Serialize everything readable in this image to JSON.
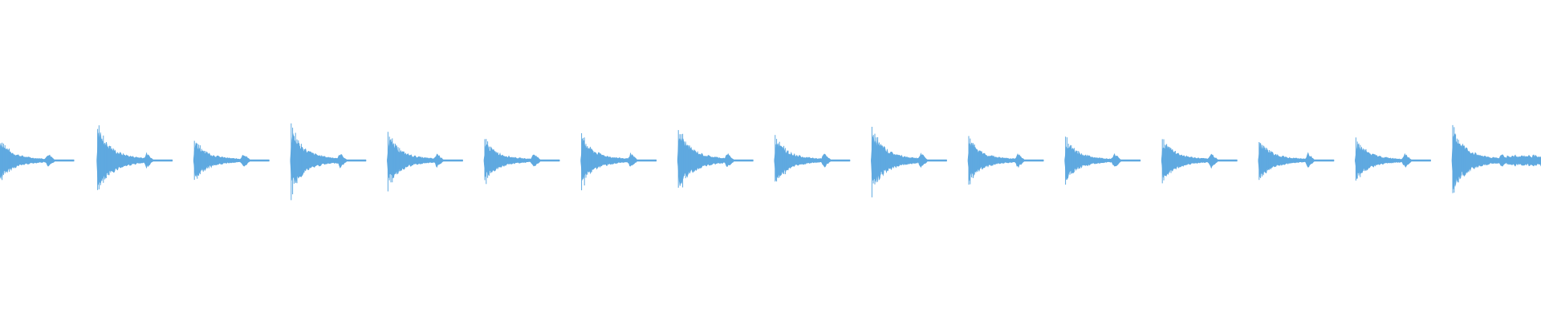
{
  "waveform": {
    "color": "#5FA9E0",
    "hit_count": 16,
    "peak_amplitudes": [
      0.62,
      1.0,
      0.6,
      0.92,
      0.74,
      0.6,
      0.7,
      0.92,
      0.68,
      0.92,
      0.64,
      0.62,
      0.64,
      0.6,
      0.6,
      0.95
    ],
    "final_hit_sustained": true
  }
}
